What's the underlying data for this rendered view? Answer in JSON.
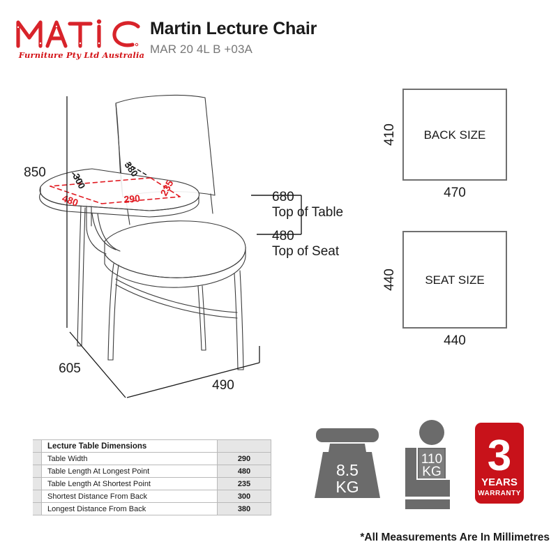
{
  "brand": {
    "name": "MATIC",
    "tagline": "Furniture Pty Ltd Australia",
    "color": "#d31216"
  },
  "header": {
    "product_title": "Martin Lecture Chair",
    "product_code": "MAR 20 4L B +03A"
  },
  "drawing": {
    "overall_height": "850",
    "depth": "605",
    "width": "490",
    "table_height_value": "680",
    "table_height_label": "Top of Table",
    "seat_height_value": "480",
    "seat_height_label": "Top of Seat",
    "tablet_dims": {
      "shortest_from_back": "300",
      "longest_from_back": "380",
      "length_longest": "480",
      "table_width": "290",
      "length_shortest": "235"
    },
    "red_accent": "#e11b22"
  },
  "side_boxes": [
    {
      "label": "BACK SIZE",
      "height": "410",
      "width": "470"
    },
    {
      "label": "SEAT SIZE",
      "height": "440",
      "width": "440"
    }
  ],
  "dimensions_table": {
    "title": "Lecture Table Dimensions",
    "rows": [
      {
        "label": "Table Width",
        "value": "290"
      },
      {
        "label": "Table Length At Longest Point",
        "value": "480"
      },
      {
        "label": "Table Length At Shortest Point",
        "value": "235"
      },
      {
        "label": "Shortest Distance From Back",
        "value": "300"
      },
      {
        "label": "Longest Distance From Back",
        "value": "380"
      }
    ]
  },
  "icons": {
    "weight": {
      "name": "scale-icon",
      "value": "8.5",
      "unit": "KG"
    },
    "capacity": {
      "name": "seated-person-icon",
      "value": "110",
      "unit": "KG"
    },
    "warranty": {
      "name": "warranty-badge-icon",
      "number": "3",
      "line1": "YEARS",
      "line2": "WARRANTY",
      "color": "#c8121a"
    }
  },
  "footnote": "*All Measurements Are In Millimetres"
}
